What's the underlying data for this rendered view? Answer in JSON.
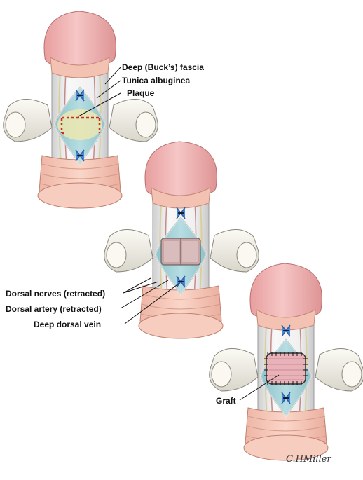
{
  "labels": {
    "bucks_fascia": "Deep (Buck’s) fascia",
    "tunica": "Tunica albuginea",
    "plaque": "Plaque",
    "dorsal_nerves": "Dorsal nerves (retracted)",
    "dorsal_artery": "Dorsal artery (retracted)",
    "deep_vein": "Deep dorsal vein",
    "graft": "Graft"
  },
  "signature": "C.HMiller",
  "colors": {
    "glans": "#f0b8b8",
    "shaft": "#eeeeee",
    "foreskin": "#f5c9ba",
    "tunica": "#a8d2d8",
    "plaque": "#ece8b0",
    "vein": "#4a88d8",
    "retractor": "#f3f1ea",
    "incision": "#cc2b2b",
    "graft": "#e8b2b8"
  },
  "icons": [
    "retractor-icon",
    "suture-icon"
  ]
}
